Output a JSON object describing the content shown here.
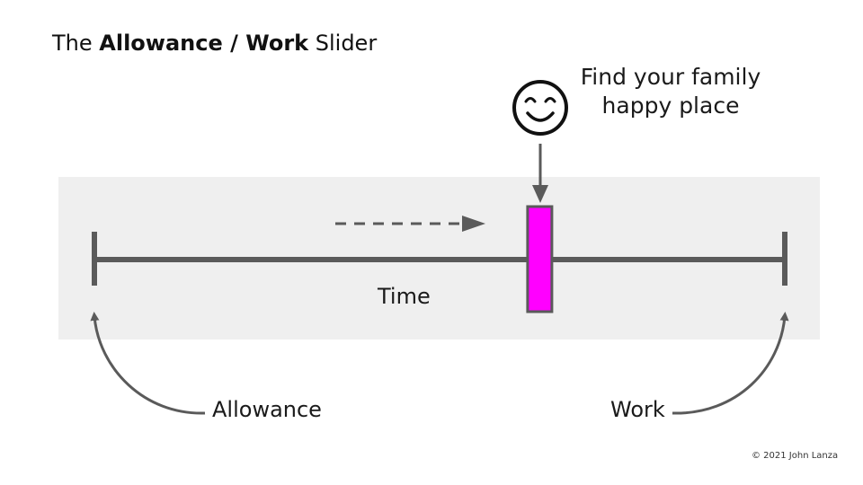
{
  "title": {
    "prefix": "The ",
    "bold": "Allowance / Work",
    "suffix": " Slider"
  },
  "callout": {
    "line1": "Find your family",
    "line2": "happy place",
    "icon": "smiley-face-icon"
  },
  "axis": {
    "label": "Time",
    "left_end_label": "Allowance",
    "right_end_label": "Work",
    "slider_position": 0.645
  },
  "colors": {
    "panel": "#efefef",
    "line": "#5a5a5a",
    "slider": "#ff00ff"
  },
  "footer": {
    "copyright": "© 2021 John Lanza"
  }
}
